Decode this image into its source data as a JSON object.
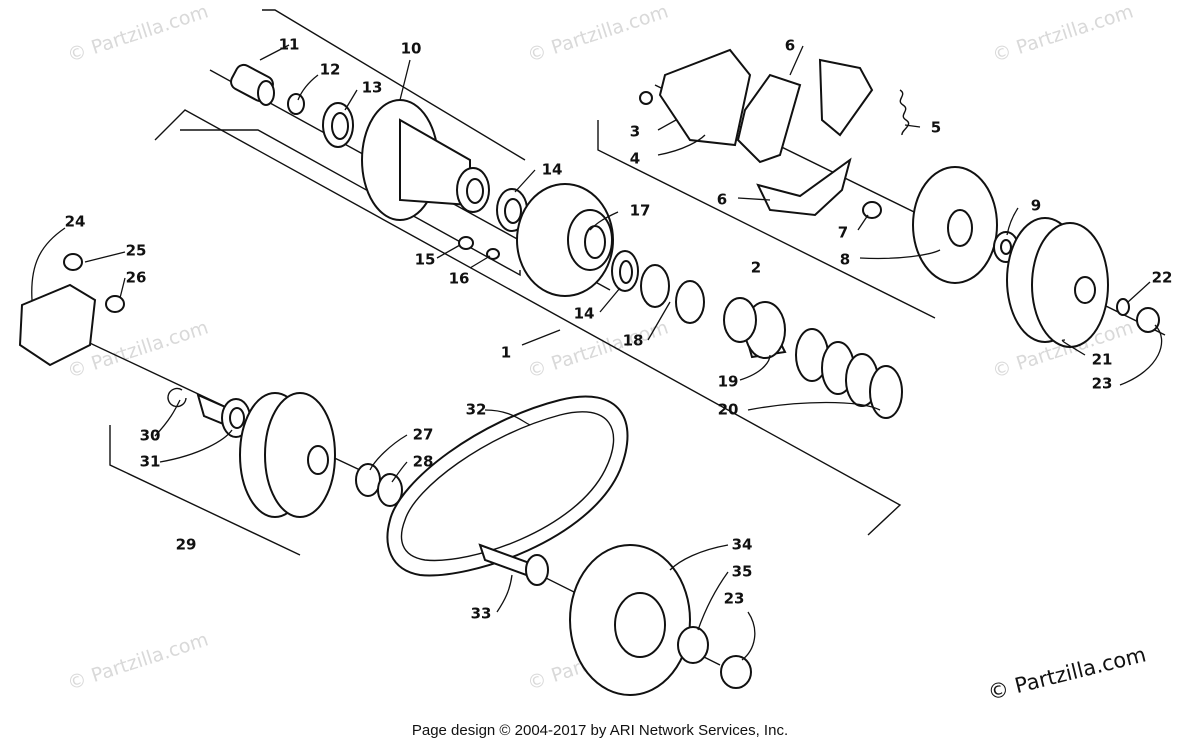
{
  "diagram": {
    "watermark_text": "© Partzilla.com",
    "copyright": "© Partzilla.com",
    "footer": "Page design © 2004-2017 by ARI Network Services, Inc.",
    "callouts": [
      {
        "id": "c1",
        "label": "1"
      },
      {
        "id": "c2",
        "label": "2"
      },
      {
        "id": "c3",
        "label": "3"
      },
      {
        "id": "c4",
        "label": "4"
      },
      {
        "id": "c5",
        "label": "5"
      },
      {
        "id": "c6a",
        "label": "6"
      },
      {
        "id": "c6b",
        "label": "6"
      },
      {
        "id": "c7",
        "label": "7"
      },
      {
        "id": "c8",
        "label": "8"
      },
      {
        "id": "c9",
        "label": "9"
      },
      {
        "id": "c10",
        "label": "10"
      },
      {
        "id": "c11",
        "label": "11"
      },
      {
        "id": "c12",
        "label": "12"
      },
      {
        "id": "c13",
        "label": "13"
      },
      {
        "id": "c14a",
        "label": "14"
      },
      {
        "id": "c14b",
        "label": "14"
      },
      {
        "id": "c15",
        "label": "15"
      },
      {
        "id": "c16",
        "label": "16"
      },
      {
        "id": "c17",
        "label": "17"
      },
      {
        "id": "c18",
        "label": "18"
      },
      {
        "id": "c19",
        "label": "19"
      },
      {
        "id": "c20",
        "label": "20"
      },
      {
        "id": "c21",
        "label": "21"
      },
      {
        "id": "c22",
        "label": "22"
      },
      {
        "id": "c23a",
        "label": "23"
      },
      {
        "id": "c23b",
        "label": "23"
      },
      {
        "id": "c24",
        "label": "24"
      },
      {
        "id": "c25",
        "label": "25"
      },
      {
        "id": "c26",
        "label": "26"
      },
      {
        "id": "c27",
        "label": "27"
      },
      {
        "id": "c28",
        "label": "28"
      },
      {
        "id": "c29",
        "label": "29"
      },
      {
        "id": "c30",
        "label": "30"
      },
      {
        "id": "c31",
        "label": "31"
      },
      {
        "id": "c32",
        "label": "32"
      },
      {
        "id": "c33",
        "label": "33"
      },
      {
        "id": "c34",
        "label": "34"
      },
      {
        "id": "c35",
        "label": "35"
      }
    ]
  }
}
